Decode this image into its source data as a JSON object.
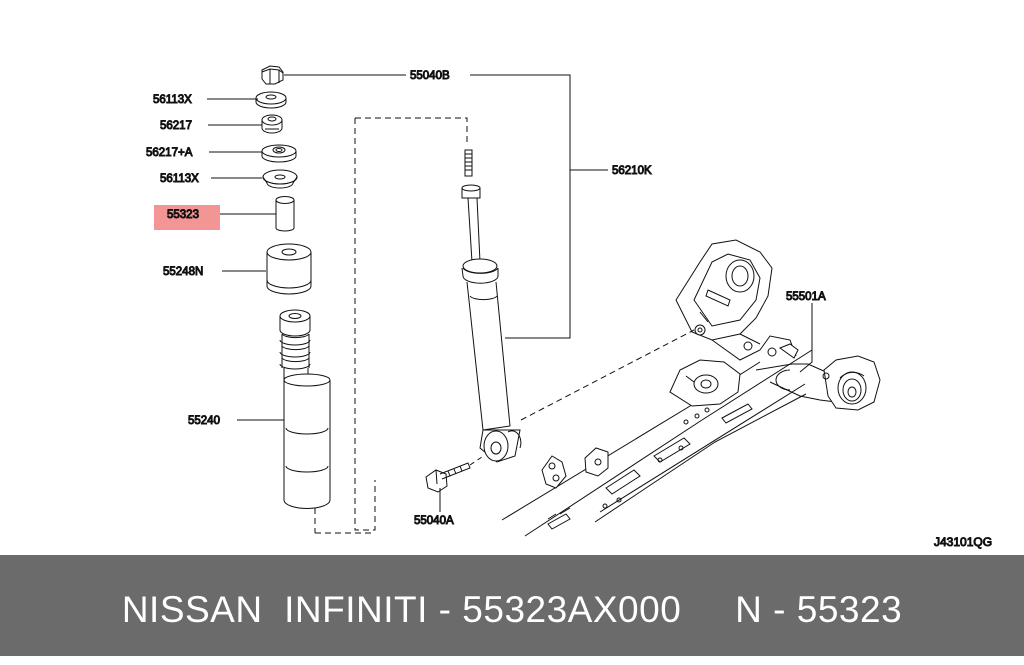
{
  "diagram_code": "J43101QG",
  "footer": {
    "text": "NISSAN  INFINITI - 55323AX000     N - 55323"
  },
  "highlight_color": "#f49595",
  "parts": [
    {
      "id": "55040B"
    },
    {
      "id": "56113X"
    },
    {
      "id": "56217"
    },
    {
      "id": "56217+A"
    },
    {
      "id": "56113X"
    },
    {
      "id": "55323",
      "highlighted": true
    },
    {
      "id": "55248N"
    },
    {
      "id": "55240"
    },
    {
      "id": "56210K"
    },
    {
      "id": "55501A"
    },
    {
      "id": "55040A"
    }
  ]
}
